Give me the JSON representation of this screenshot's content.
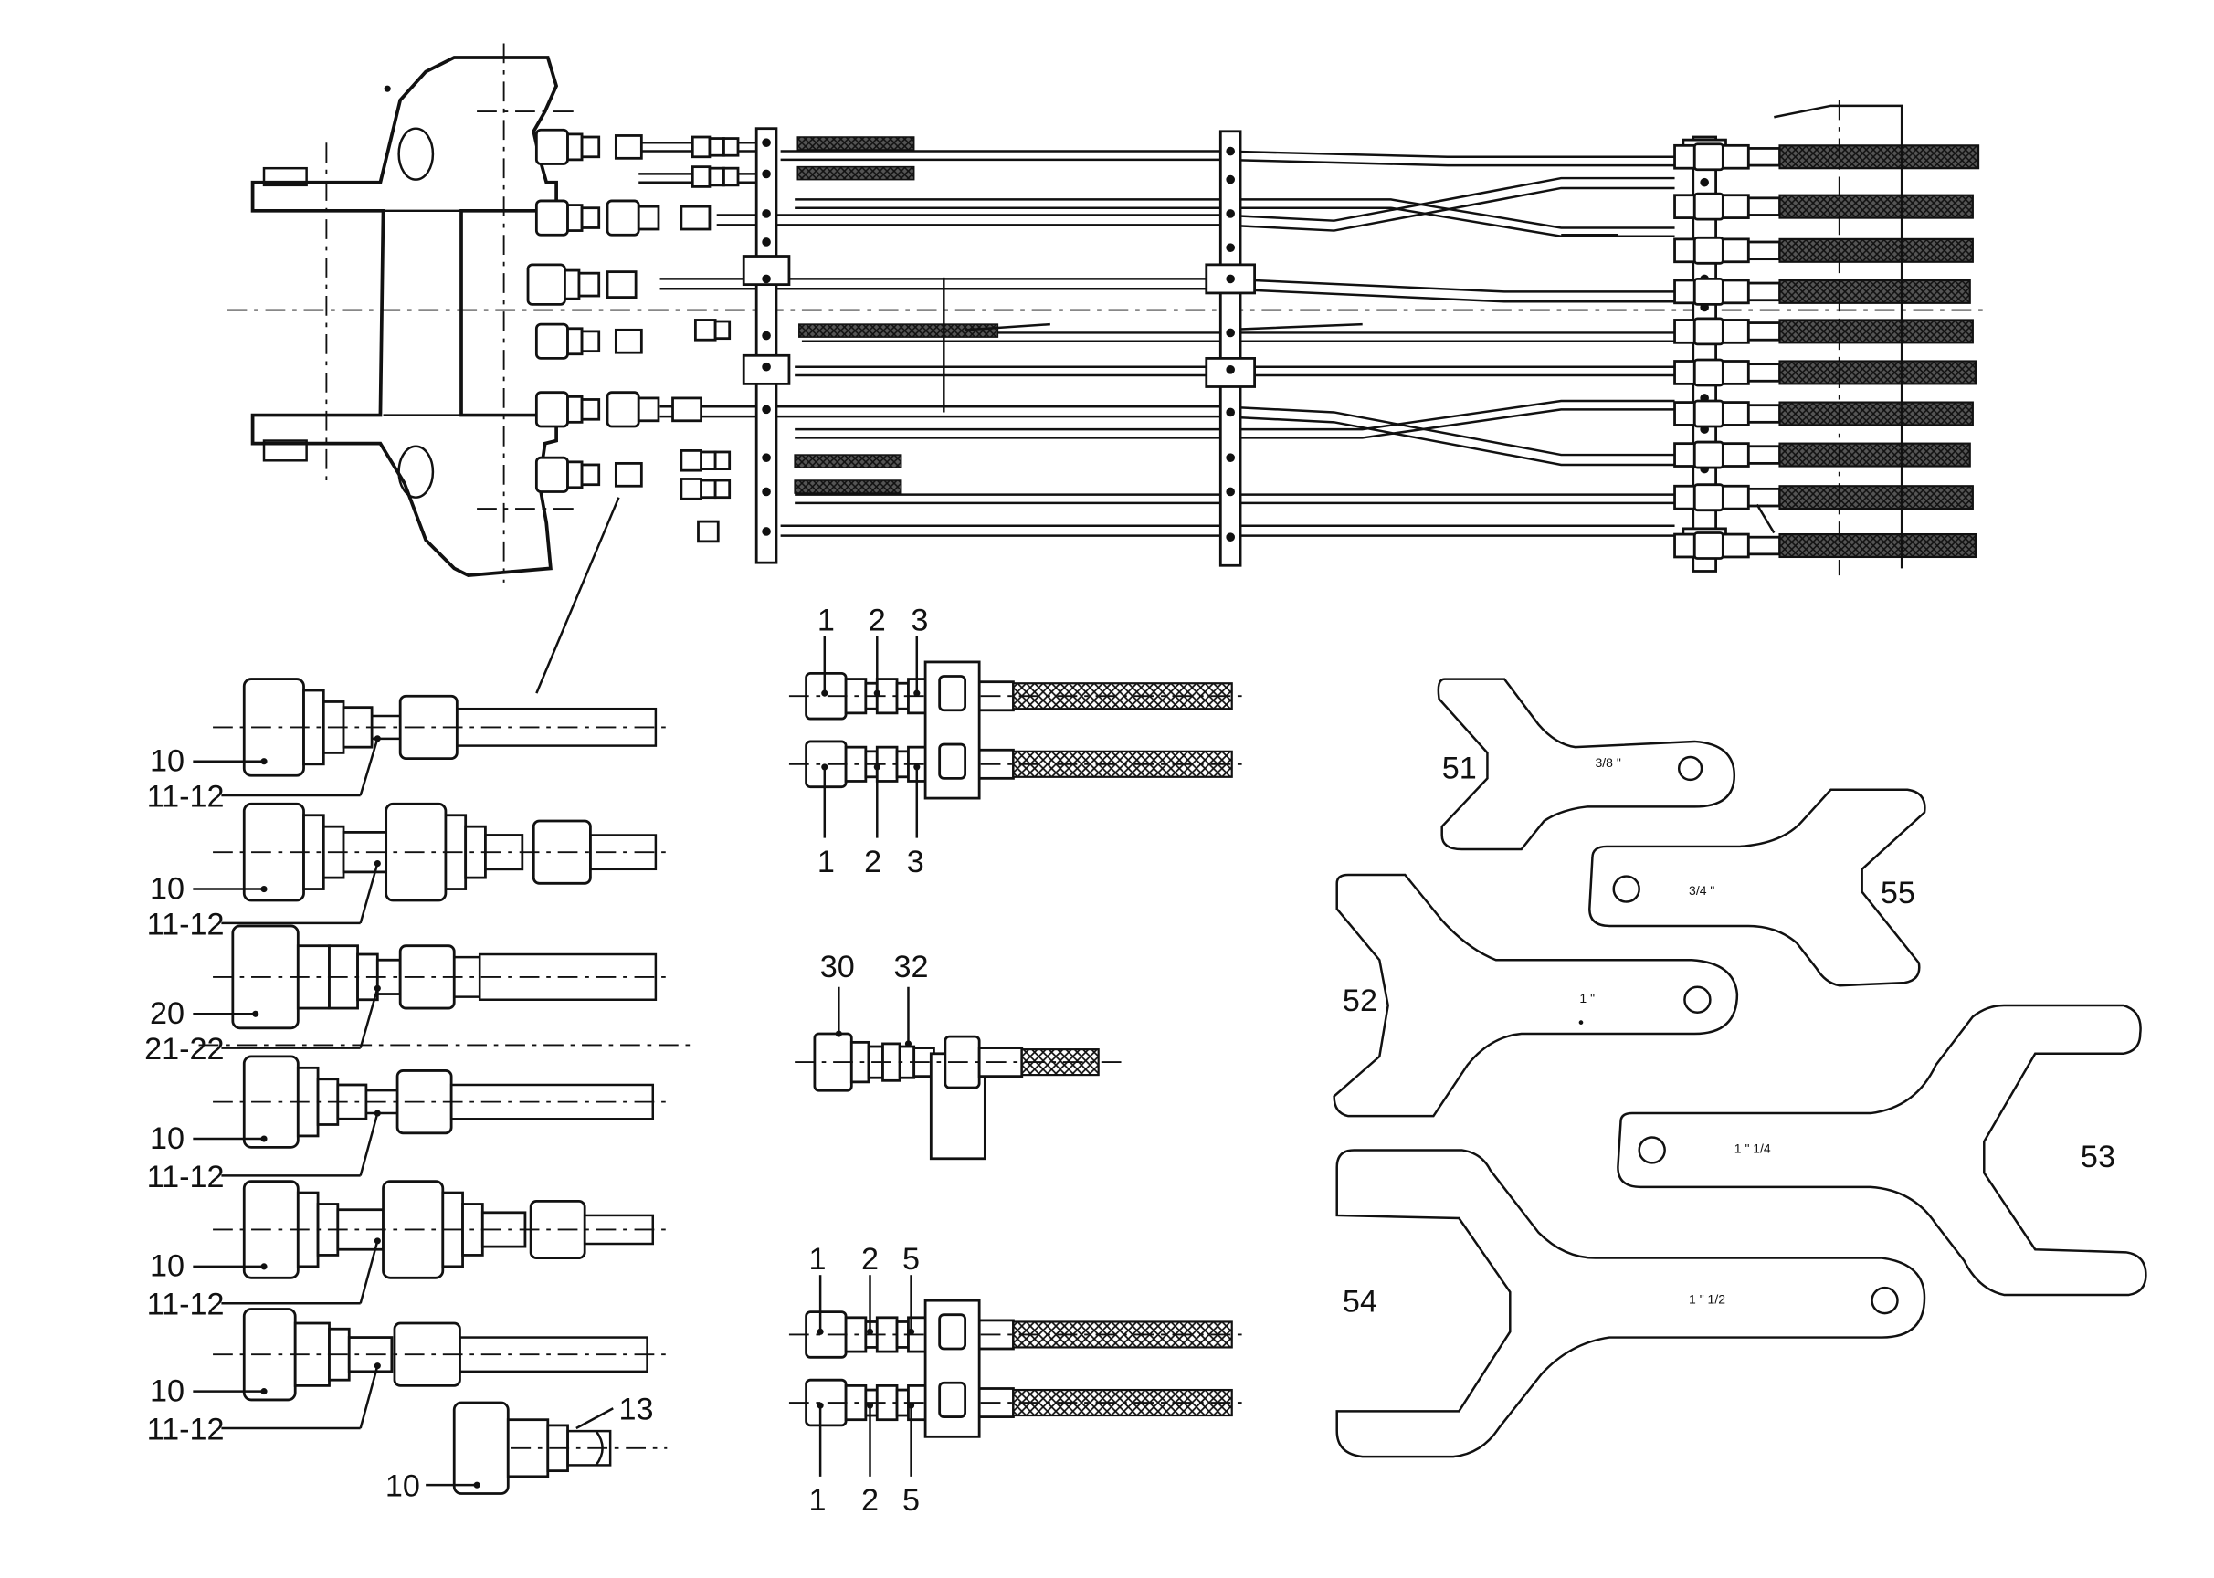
{
  "assembly": {
    "fitting_labels": [
      "10",
      "11-12",
      "10",
      "11-12",
      "20",
      "21-22",
      "10",
      "11-12",
      "10",
      "11-12",
      "10",
      "11-12",
      "13",
      "10"
    ]
  },
  "detail_a": {
    "top_labels": [
      "1",
      "2",
      "3"
    ],
    "bottom_labels": [
      "1",
      "2",
      "3"
    ]
  },
  "detail_b": {
    "top_labels": [
      "30",
      "32"
    ]
  },
  "detail_c": {
    "top_labels": [
      "1",
      "2",
      "5"
    ],
    "bottom_labels": [
      "1",
      "2",
      "5"
    ]
  },
  "wrenches": [
    {
      "number": "51",
      "size": "3/8 \""
    },
    {
      "number": "55",
      "size": "3/4 \""
    },
    {
      "number": "52",
      "size": "1 \""
    },
    {
      "number": "53",
      "size": "1 \" 1/4"
    },
    {
      "number": "54",
      "size": "1 \" 1/2"
    }
  ]
}
